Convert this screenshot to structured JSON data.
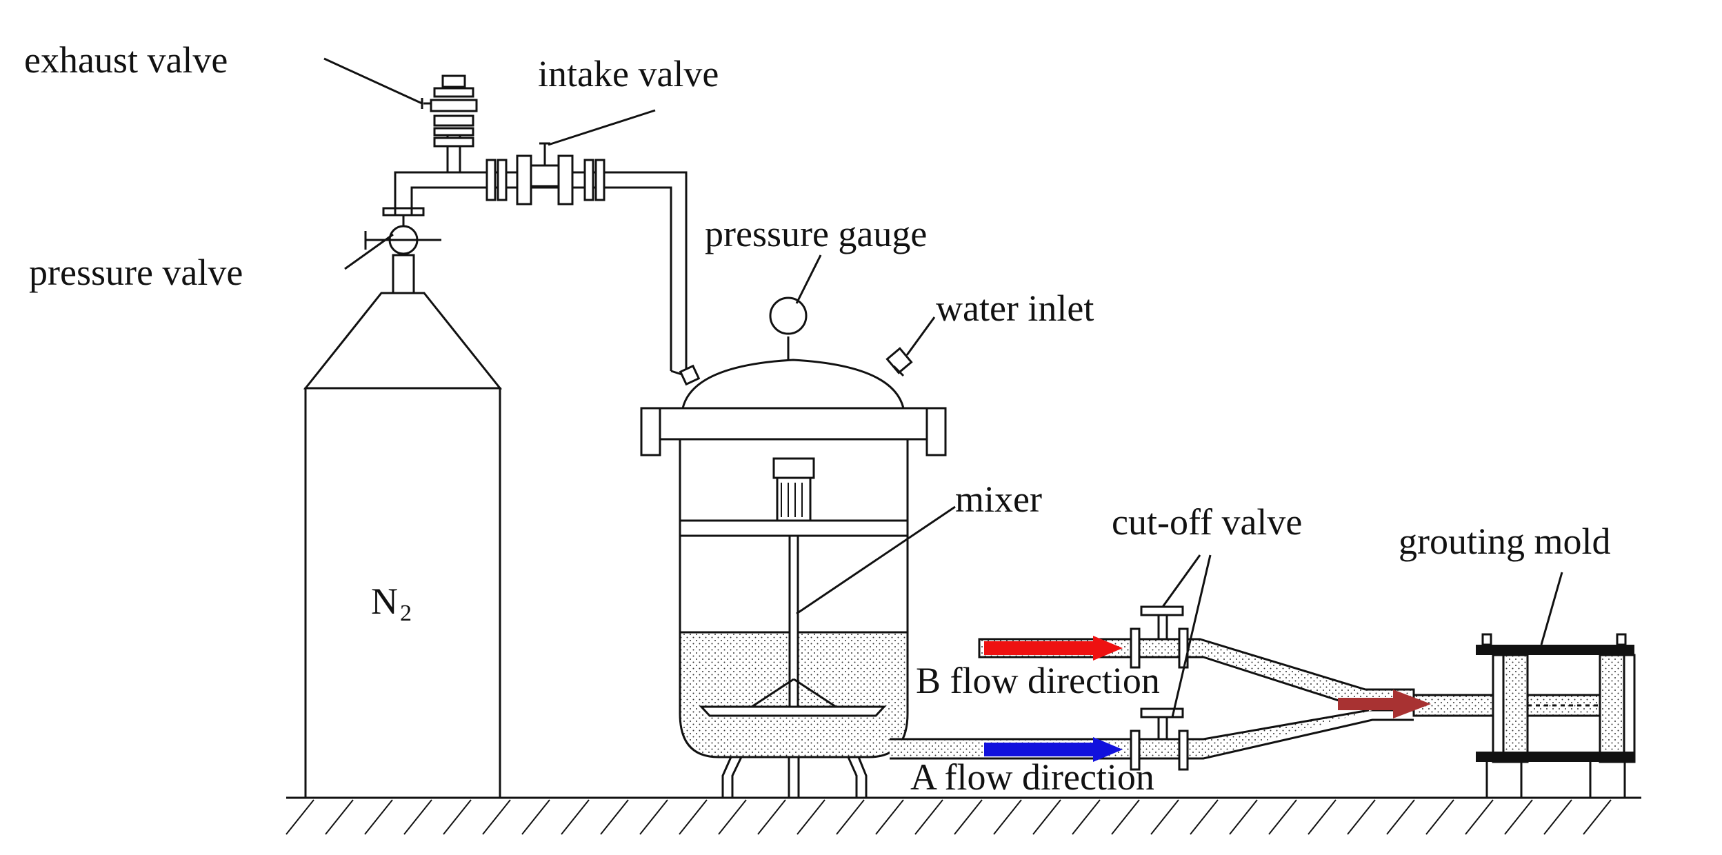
{
  "labels": {
    "exhaust_valve": "exhaust valve",
    "intake_valve": "intake valve",
    "pressure_valve": "pressure valve",
    "pressure_gauge": "pressure gauge",
    "water_inlet": "water inlet",
    "mixer": "mixer",
    "cut_off_valve": "cut-off valve",
    "grouting_mold": "grouting mold",
    "b_flow_direction": "B flow direction",
    "a_flow_direction": "A flow direction",
    "cylinder_main": "N",
    "cylinder_sub": "2"
  },
  "colors": {
    "b_arrow": "#ee1111",
    "a_arrow": "#1111dd",
    "outlet_arrow": "#a83232",
    "line": "#111111",
    "mold_plate": "#111111"
  }
}
